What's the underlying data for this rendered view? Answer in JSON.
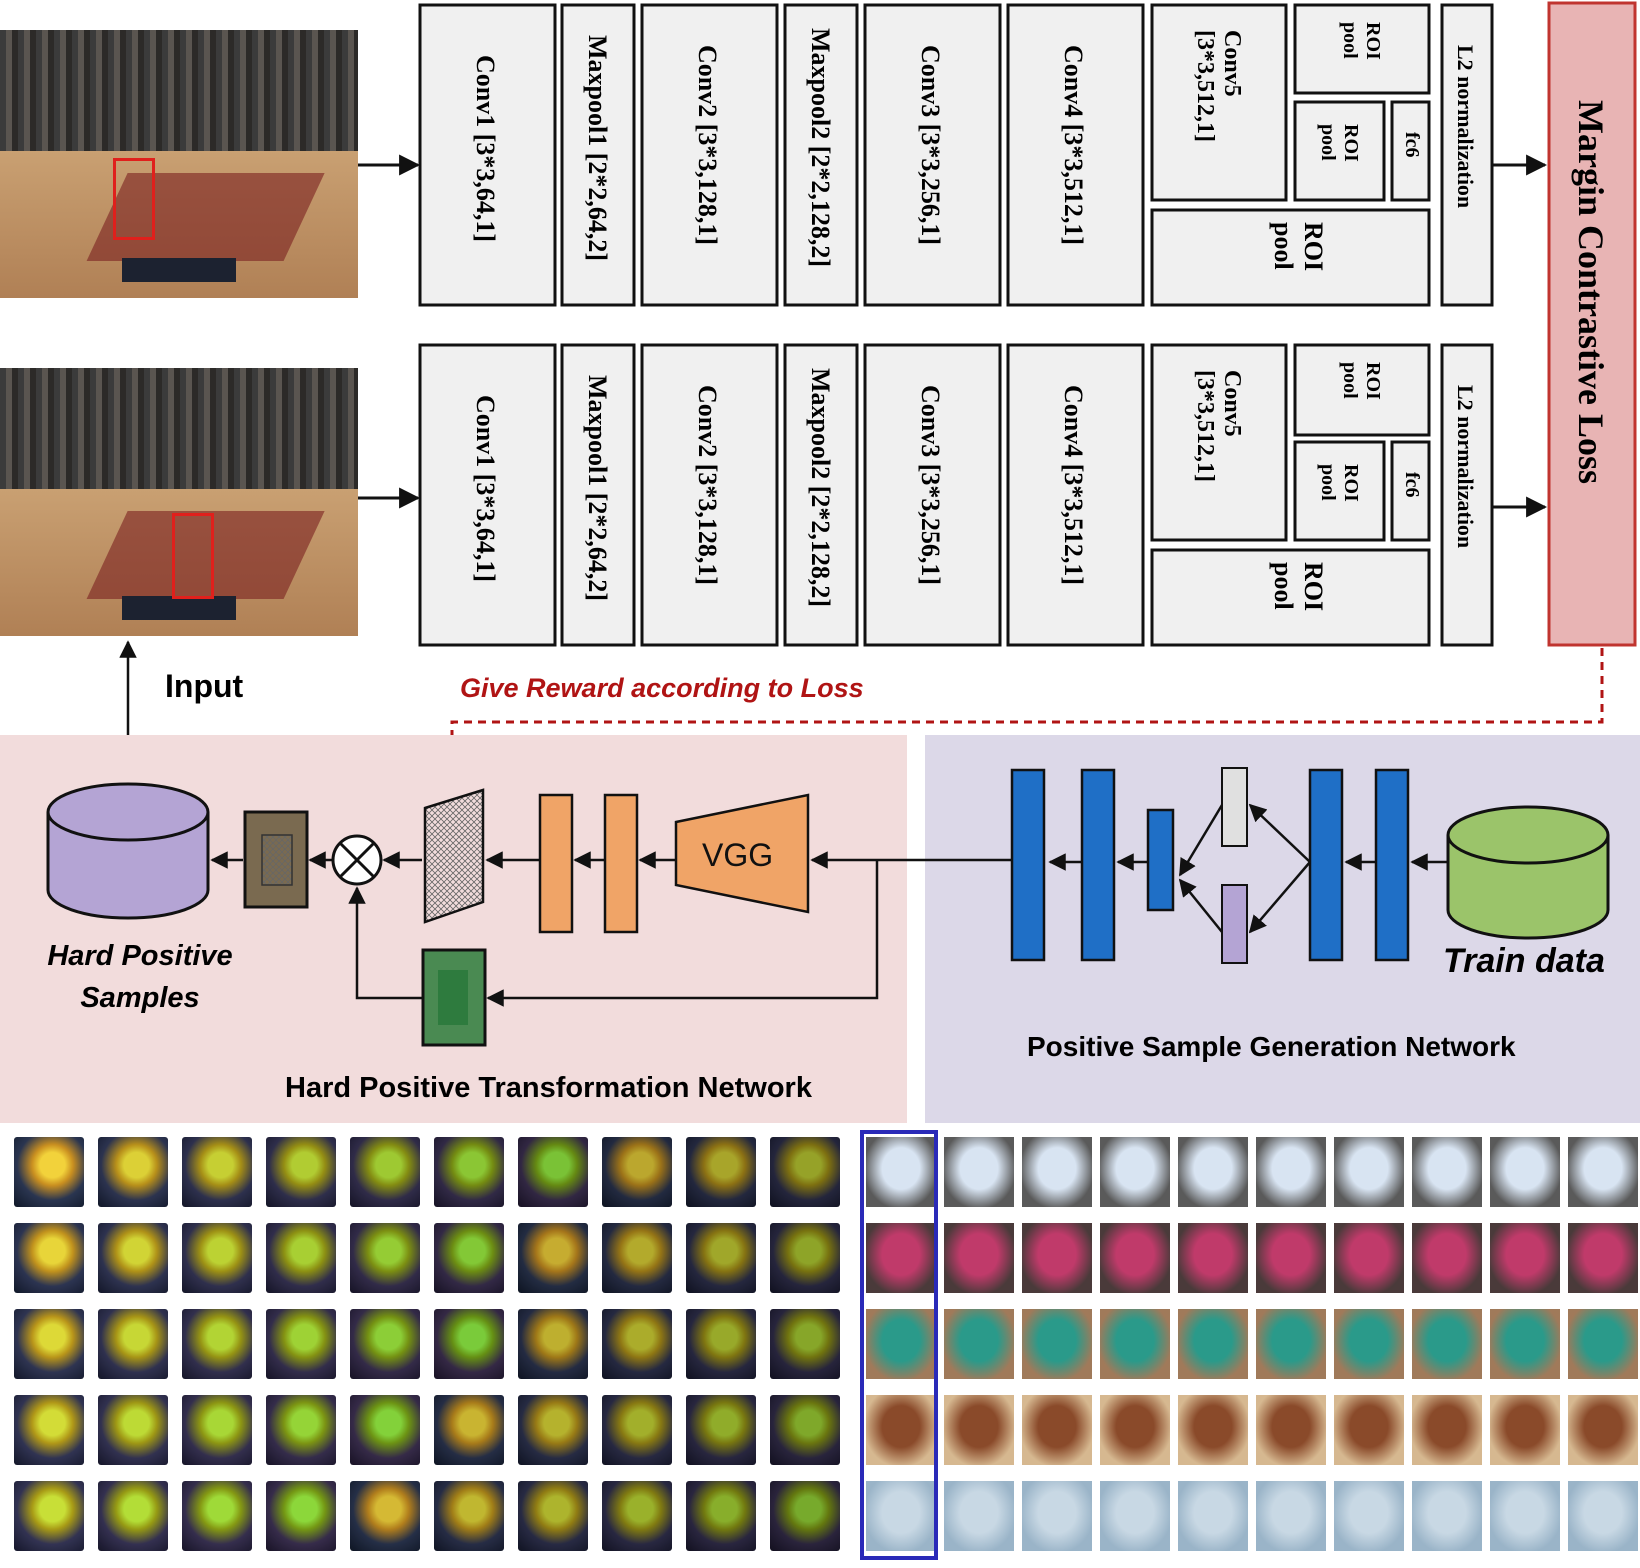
{
  "arch": {
    "rows": [
      {
        "layers": [
          "Conv1 [3*3,64,1]",
          "Maxpool1 [2*2,64,2]",
          "Conv2 [3*3,128,1]",
          "Maxpool2 [2*2,128,2]",
          "Conv3 [3*3,256,1]",
          "Conv4 [3*3,512,1]"
        ],
        "conv5": "Conv5 [3*3,512,1]",
        "roi_top": "ROI pool",
        "roi_mid": "ROI pool",
        "fc6": "fc6",
        "roi_bottom": "ROI pool",
        "l2": "L2 normalization"
      },
      {
        "layers": [
          "Conv1 [3*3,64,1]",
          "Maxpool1 [2*2,64,2]",
          "Conv2 [3*3,128,1]",
          "Maxpool2 [2*2,128,2]",
          "Conv3 [3*3,256,1]",
          "Conv4 [3*3,512,1]"
        ],
        "conv5": "Conv5 [3*3,512,1]",
        "roi_top": "ROI pool",
        "roi_mid": "ROI pool",
        "fc6": "fc6",
        "roi_bottom": "ROI pool",
        "l2": "L2 normalization"
      }
    ],
    "loss": "Margin Contrastive Loss",
    "input_label": "Input",
    "reward_label": "Give Reward according to Loss"
  },
  "pipeline": {
    "hard_positive_samples": "Hard Positive Samples",
    "vgg": "VGG",
    "hptn_label": "Hard Positive Transformation Network",
    "train_data": "Train data",
    "psgn_label": "Positive Sample Generation Network"
  },
  "colors": {
    "loss_fill": "#e8b4b4",
    "loss_border": "#c0342f",
    "reward": "#b01414",
    "blue_block": "#1f6fc6",
    "orange_block": "#f0a467",
    "db_purple": "#b4a4d4",
    "db_green": "#9bc46a",
    "panel_pink": "#f2dcdc",
    "panel_lavender": "#dcd8e8"
  }
}
